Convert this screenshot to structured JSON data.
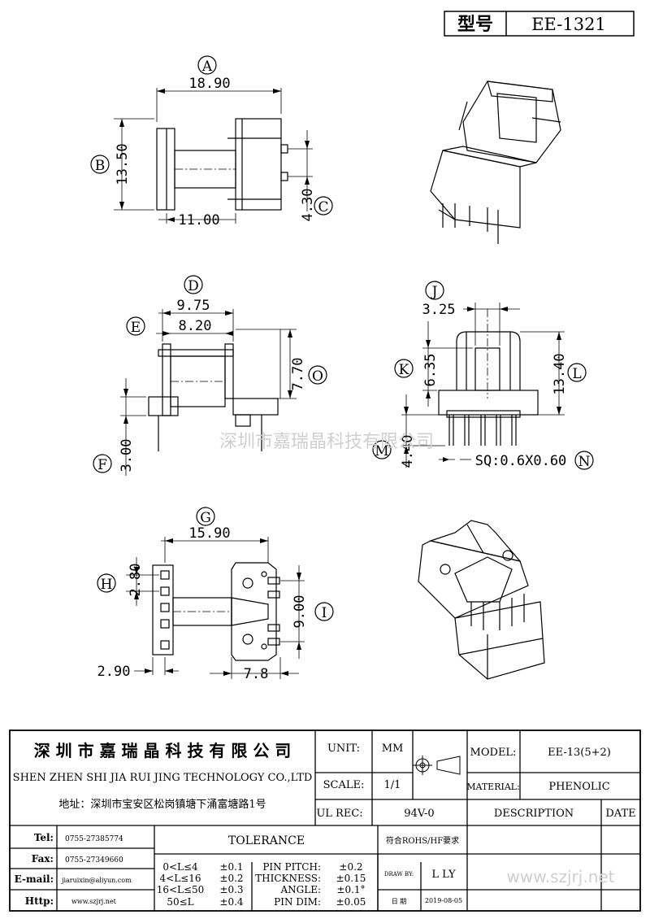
{
  "header": {
    "model_label": "型号",
    "model_value": "EE-1321"
  },
  "drawing": {
    "view_top": {
      "dims": {
        "A": "18.90",
        "B": "13.50",
        "C": "4.30",
        "bottom": "11.00"
      },
      "labels": [
        "A",
        "B",
        "C"
      ]
    },
    "view_side": {
      "dims": {
        "D": "9.75",
        "E": "8.20",
        "O": "7.70",
        "F": "3.00"
      },
      "labels": [
        "D",
        "E",
        "O",
        "F"
      ]
    },
    "view_front": {
      "dims": {
        "J": "3.25",
        "K": "6.35",
        "L": "13.40",
        "M": "4.40",
        "N": "SQ:0.6X0.60"
      },
      "labels": [
        "J",
        "K",
        "L",
        "M",
        "N"
      ]
    },
    "view_bottom": {
      "dims": {
        "G": "15.90",
        "H": "2.80",
        "I": "9.00",
        "left": "2.90",
        "right": "7.8"
      },
      "labels": [
        "G",
        "H",
        "I"
      ]
    },
    "watermark": "深圳市嘉瑞晶科技有限公司"
  },
  "title_block": {
    "company_cn": "深 圳 市 嘉 瑞 晶 科 技 有 限 公 司",
    "company_en": "SHEN ZHEN SHI  JIA RUI JING  TECHNOLOGY CO.,LTD",
    "address": "地址：深圳市宝安区松岗镇塘下涌富塘路1号",
    "unit_label": "UNIT:",
    "unit_value": "MM",
    "scale_label": "SCALE:",
    "scale_value": "1/1",
    "ul_label": "UL REC:",
    "ul_value": "94V-0",
    "model_label": "MODEL:",
    "model_value": "EE-13(5+2)",
    "material_label": "MATERIAL:",
    "material_value": "PHENOLIC",
    "description_label": "DESCRIPTION",
    "date_label": "DATE",
    "tel_label": "Tel:",
    "tel_value": "0755-27385774",
    "fax_label": "Fax:",
    "fax_value": "0755-27349660",
    "email_label": "E-mail:",
    "email_value": "jiaruixin@aliyun.com",
    "http_label": "Http:",
    "http_value": "www.szjrj.net",
    "tolerance_label": "TOLERANCE",
    "tol_rows": [
      {
        "range": "0<L≤4",
        "val": "±0.1"
      },
      {
        "range": "4<L≤16",
        "val": "±0.2"
      },
      {
        "range": "16<L≤50",
        "val": "±0.3"
      },
      {
        "range": "50≤L",
        "val": "±0.4"
      }
    ],
    "tol_rows2": [
      {
        "name": "PIN PITCH:",
        "val": "±0.2"
      },
      {
        "name": "THICKNESS:",
        "val": "±0.15"
      },
      {
        "name": "ANGLE:",
        "val": "±0.1°"
      },
      {
        "name": "PIN DIM:",
        "val": "±0.05"
      }
    ],
    "rohs": "符合ROHS/HF要求",
    "draw_by_label": "DRAW BY:",
    "draw_by_value": "L LY",
    "date_cn_label": "日 期",
    "date_value": "2019-08-05",
    "website_wm": "www.szjrj.net"
  }
}
